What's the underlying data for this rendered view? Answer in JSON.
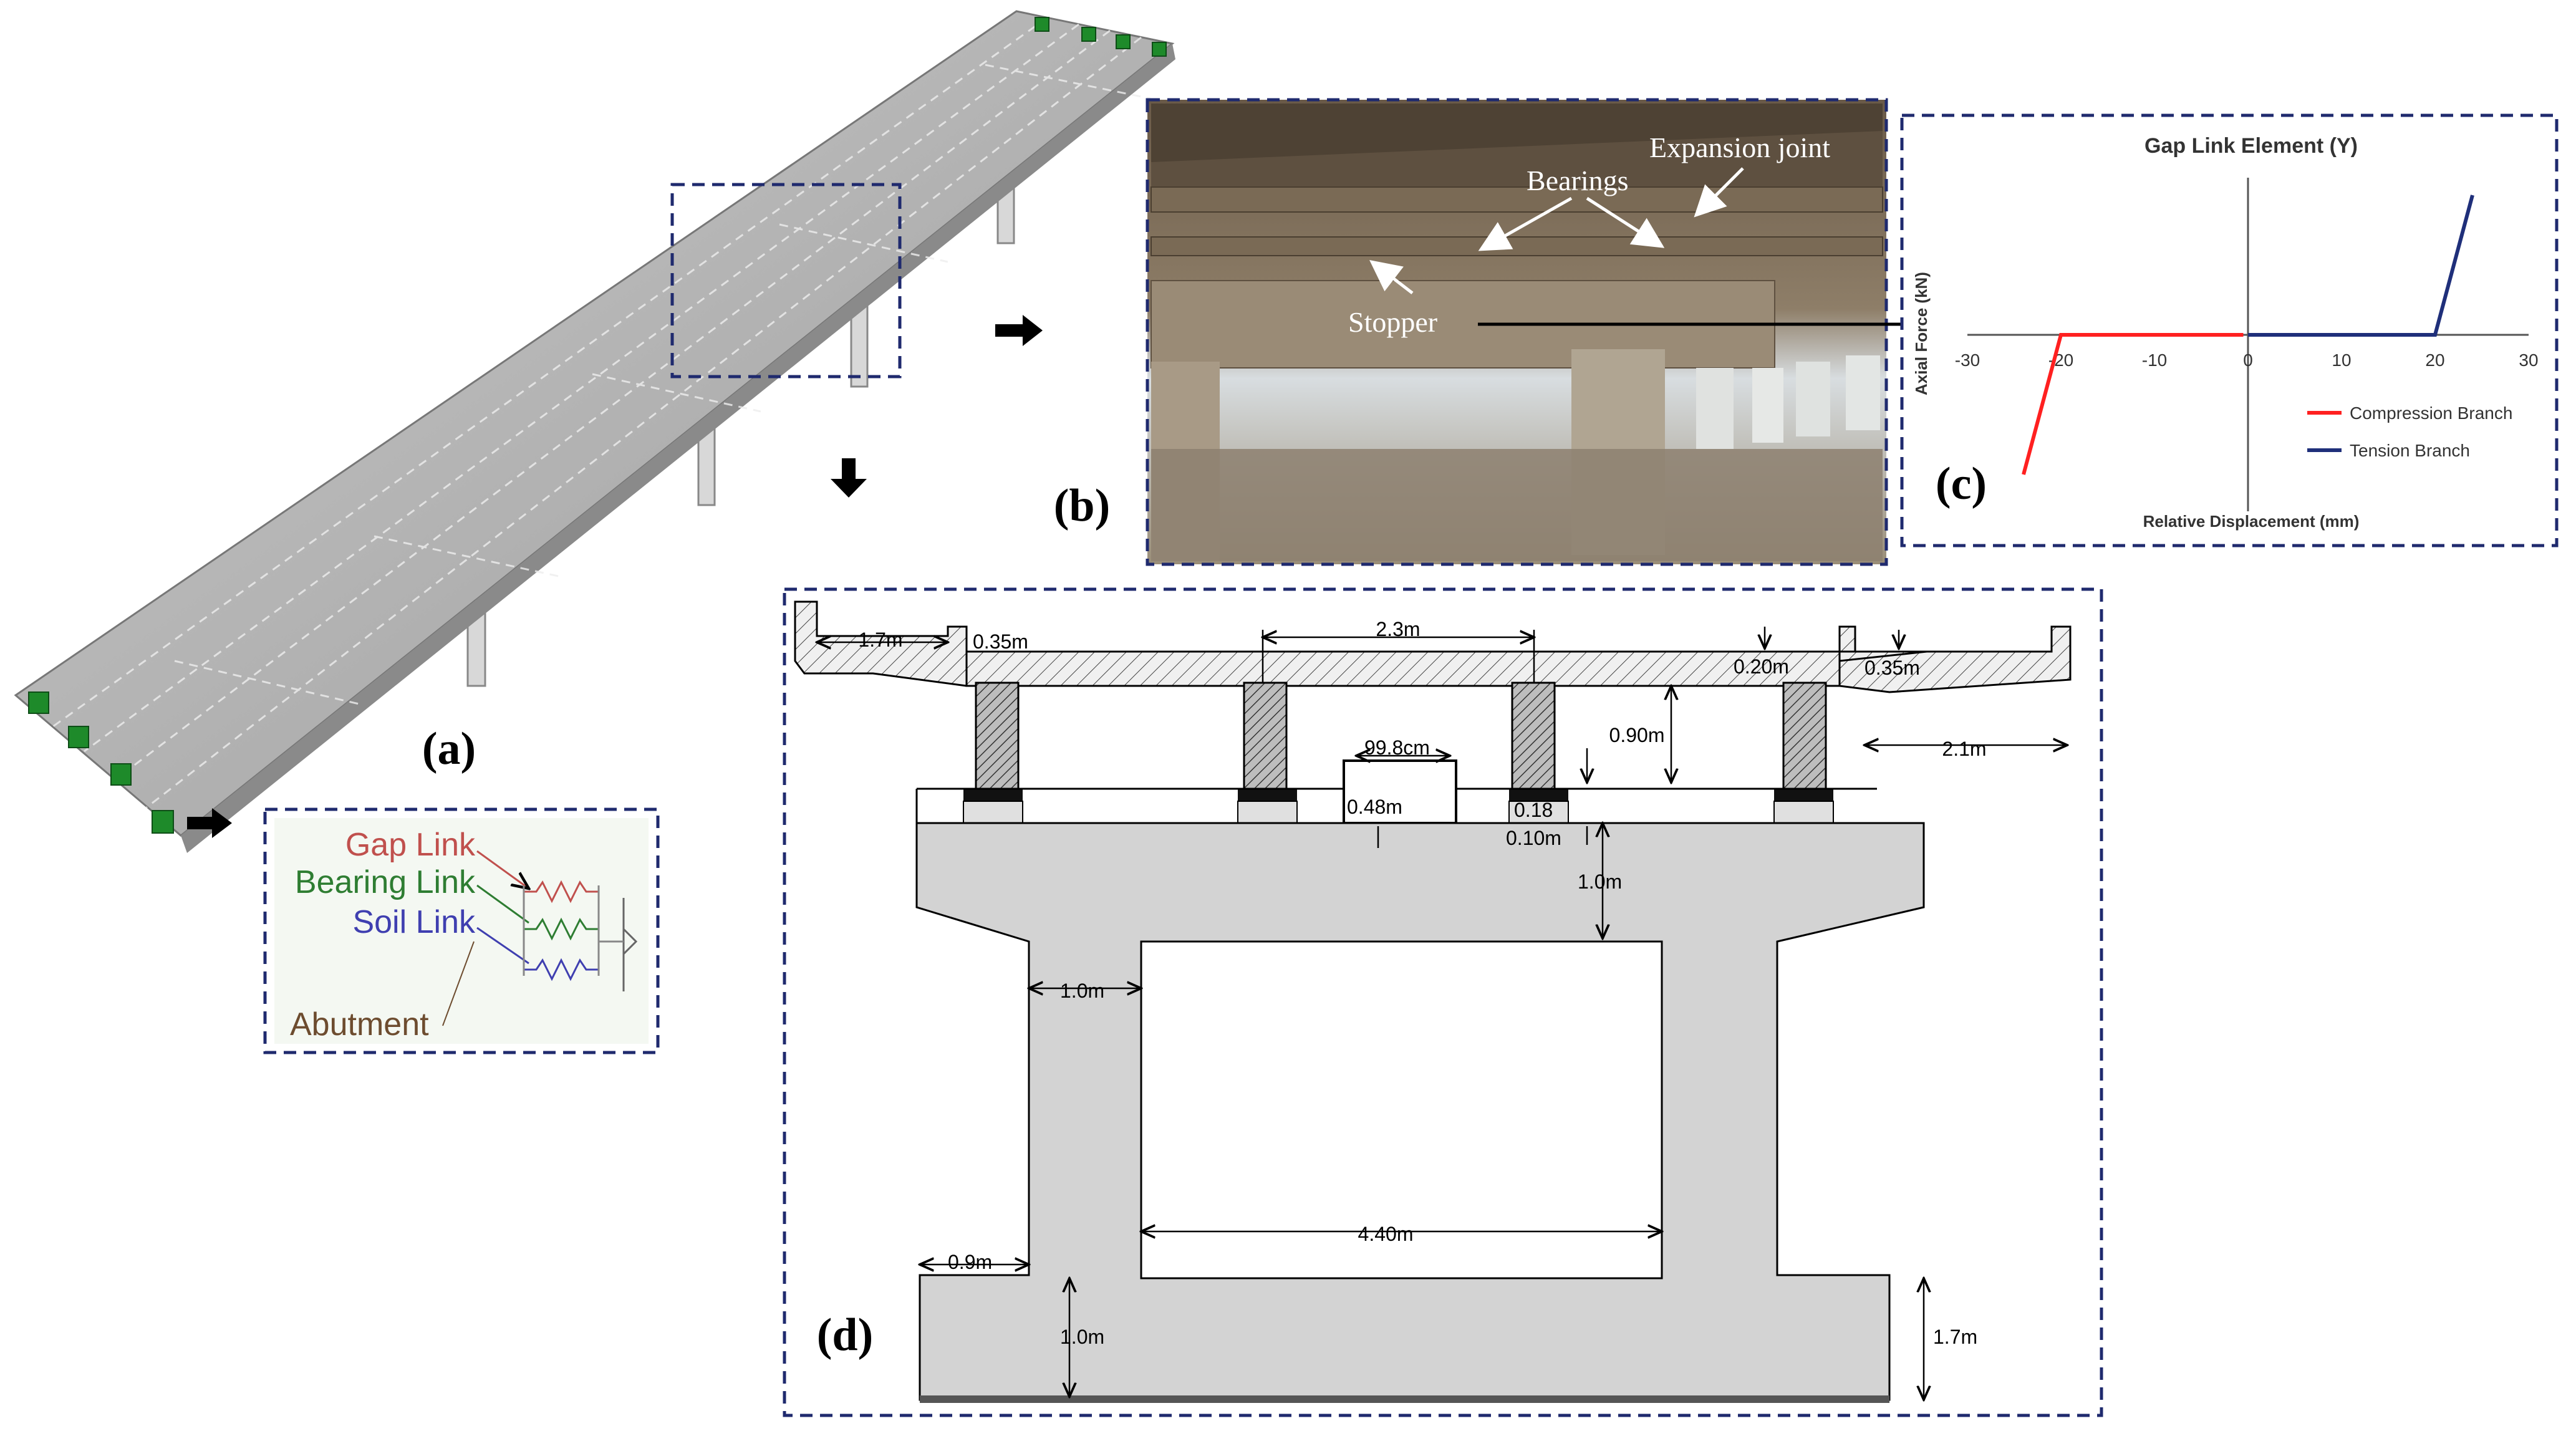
{
  "panels": {
    "a": {
      "label": "(a)"
    },
    "b": {
      "label": "(b)"
    },
    "c": {
      "label": "(c)"
    },
    "d": {
      "label": "(d)"
    }
  },
  "link_legend": {
    "gap": "Gap Link",
    "bearing": "Bearing Link",
    "soil": "Soil Link",
    "abutment": "Abutment",
    "colors": {
      "gap": "#c0504d",
      "bearing": "#2e7d32",
      "soil": "#3f3fb0",
      "abutment": "#6d4c2f"
    }
  },
  "photo": {
    "expansion_joint": "Expansion joint",
    "bearings": "Bearings",
    "stopper": "Stopper"
  },
  "chart_data": {
    "type": "line",
    "title": "Gap Link Element (Y)",
    "xlabel": "Relative Displacement (mm)",
    "ylabel": "Axial Force (kN)",
    "xlim": [
      -30,
      30
    ],
    "xticks": [
      "-30",
      "-20",
      "-10",
      "0",
      "10",
      "20",
      "30"
    ],
    "series": [
      {
        "name": "Compression Branch",
        "color": "#ff2020",
        "x": [
          -0.5,
          -20,
          -22,
          -24
        ],
        "y": [
          0,
          0,
          -4,
          -8
        ]
      },
      {
        "name": "Tension Branch",
        "color": "#1f2f7a",
        "x": [
          0,
          20,
          22,
          24
        ],
        "y": [
          0,
          0,
          4,
          8
        ]
      }
    ],
    "legend_position": "bottom-right"
  },
  "section": {
    "dims": {
      "cantilever": "1.7m",
      "edge_t": "0.35m",
      "spacing": "2.3m",
      "slab_t": "0.20m",
      "edge_t_right": "0.35m",
      "girder_h": "0.90m",
      "overhang": "2.1m",
      "stopper_w": "99.8cm",
      "stopper_h": "0.48m",
      "bearing_h": "0.18",
      "pedestal_h": "0.10m",
      "cap_top": "1.0m",
      "column_w": "1.0m",
      "opening_w": "4.40m",
      "foot_ext": "0.9m",
      "base_h": "1.0m",
      "base_total": "1.7m"
    }
  }
}
